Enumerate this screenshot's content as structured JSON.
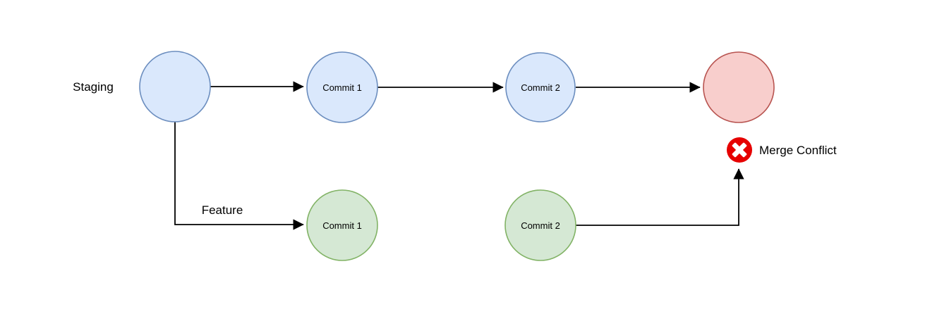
{
  "canvas": {
    "background": "#ffffff"
  },
  "staging_branch": {
    "label": "Staging",
    "commits": [
      "Commit 1",
      "Commit 2"
    ],
    "node_fill": "#dae8fc",
    "node_stroke": "#6c8ebf"
  },
  "feature_branch": {
    "label": "Feature",
    "commits": [
      "Commit 1",
      "Commit 2"
    ],
    "node_fill": "#d5e8d4",
    "node_stroke": "#82b366"
  },
  "merge_node": {
    "fill": "#f8cecc",
    "stroke": "#b85450"
  },
  "conflict": {
    "label": "Merge Conflict",
    "label_color": "#990000",
    "icon": "error-x-icon",
    "icon_fill": "#e60000",
    "icon_glyph_color": "#ffffff"
  },
  "connectors": {
    "color": "#000000"
  }
}
